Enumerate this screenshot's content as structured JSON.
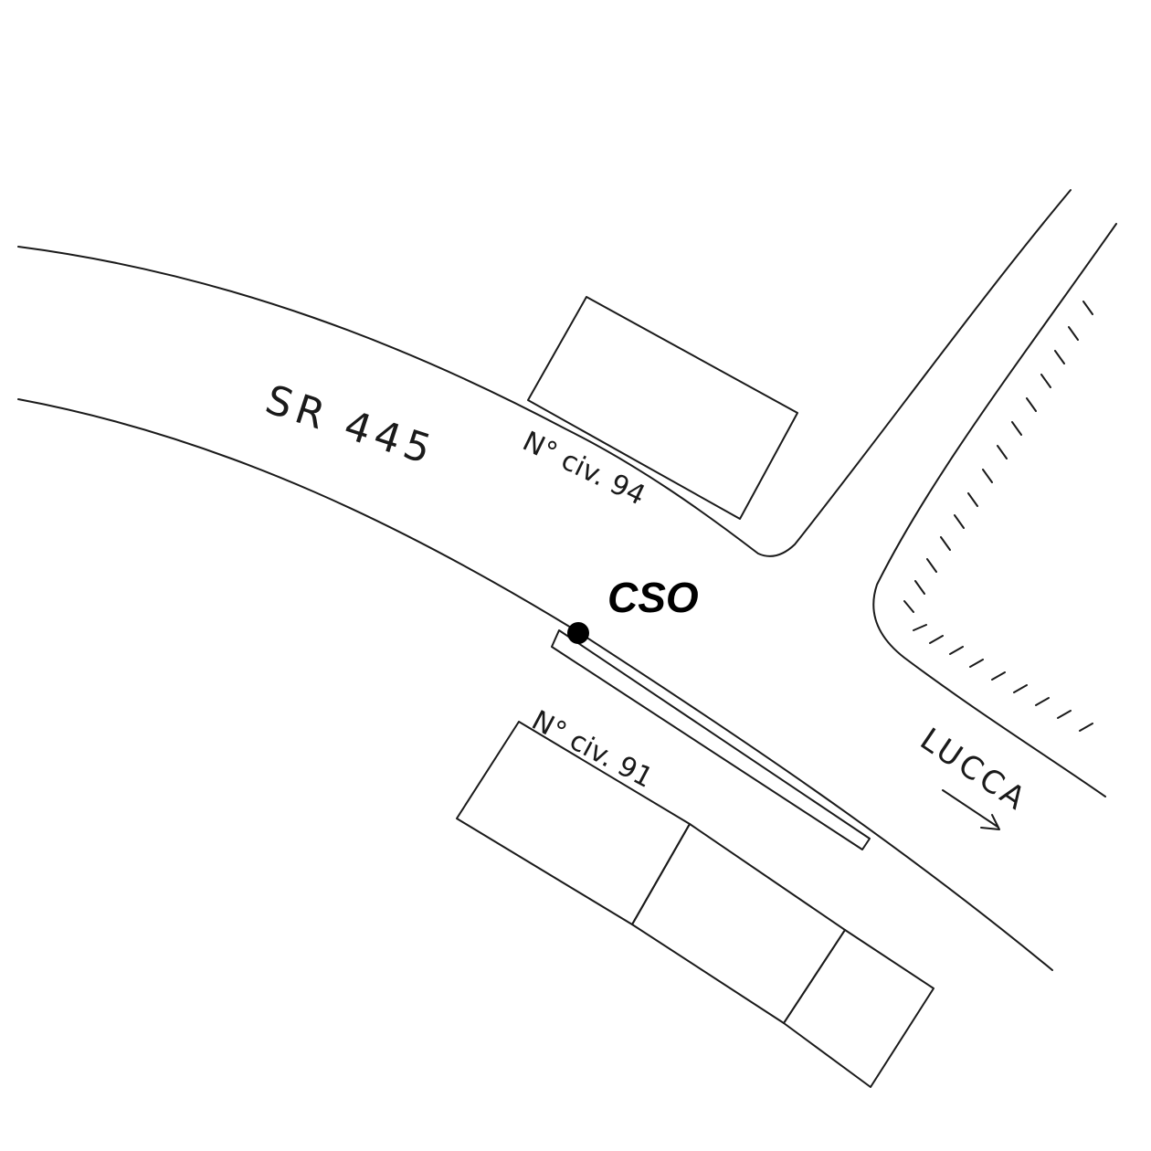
{
  "map": {
    "road_label": "SR 445",
    "building_north_label": "N° civ. 94",
    "building_south_label": "N° civ. 91",
    "point_label": "CSO",
    "direction_label": "LUCCA"
  },
  "colors": {
    "ink": "#1a1a1a",
    "marker": "#000000",
    "background": "#ffffff"
  },
  "icons": {
    "marker": "filled-circle",
    "direction": "arrow-right-down",
    "embankment": "tick-marks"
  }
}
